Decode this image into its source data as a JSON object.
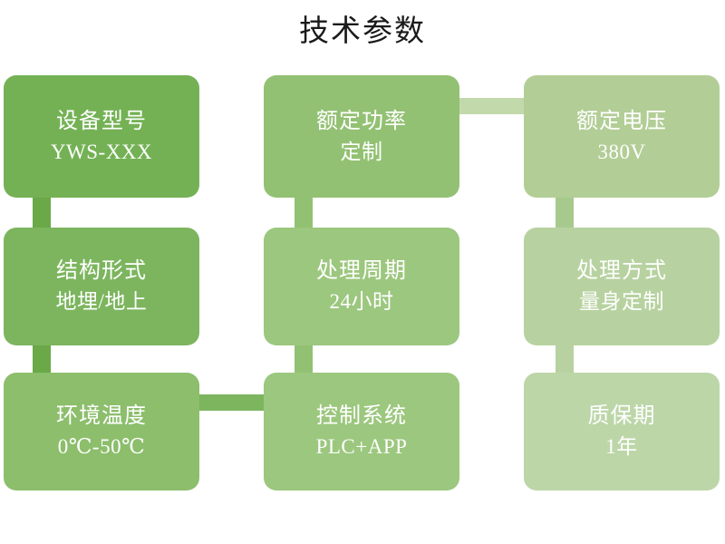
{
  "page": {
    "title": "技术参数",
    "background_color": "#ffffff",
    "title_color": "#1a1a1a"
  },
  "palette": {
    "card_1": "#74b155",
    "card_2": "#93c173",
    "card_3": "#b2ce96",
    "card_4": "#7cb55e",
    "card_5": "#9cc77e",
    "card_6": "#b7d2a0",
    "card_7": "#8cbe6c",
    "card_8": "#9cc77e",
    "card_9": "#bcd6a8",
    "connector_dark": "#6aa848",
    "connector_mid": "#7cb55e",
    "connector_light": "#a8c98e",
    "connector_pale": "#b7d2a0"
  },
  "cards": [
    {
      "id": "device-model",
      "label": "设备型号",
      "value": "YWS-XXX",
      "color": "#74b155"
    },
    {
      "id": "rated-power",
      "label": "额定功率",
      "value": "定制",
      "color": "#93c173"
    },
    {
      "id": "rated-voltage",
      "label": "额定电压",
      "value": "380V",
      "color": "#b2ce96"
    },
    {
      "id": "structure-type",
      "label": "结构形式",
      "value": "地埋/地上",
      "color": "#7cb55e"
    },
    {
      "id": "treatment-cycle",
      "label": "处理周期",
      "value": "24小时",
      "color": "#9cc77e"
    },
    {
      "id": "treatment-method",
      "label": "处理方式",
      "value": "量身定制",
      "color": "#b7d2a0"
    },
    {
      "id": "ambient-temperature",
      "label": "环境温度",
      "value": "0℃-50℃",
      "color": "#8cbe6c"
    },
    {
      "id": "control-system",
      "label": "控制系统",
      "value": "PLC+APP",
      "color": "#9cc77e"
    },
    {
      "id": "warranty-period",
      "label": "质保期",
      "value": "1年",
      "color": "#bcd6a8"
    }
  ]
}
